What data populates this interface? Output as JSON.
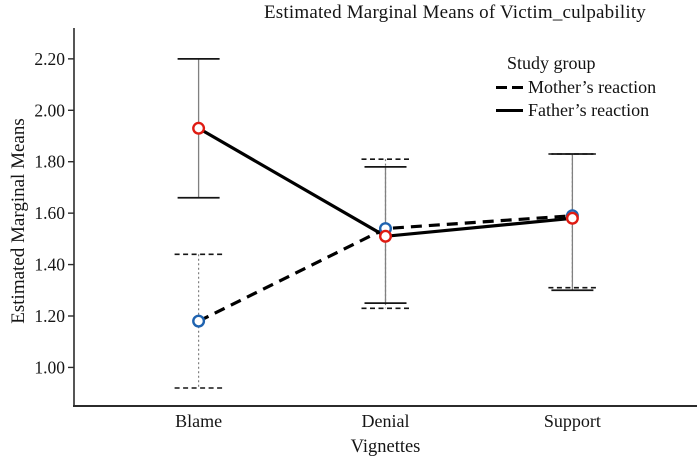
{
  "title": "Estimated Marginal Means of Victim_culpability",
  "legend": {
    "title": "Study group",
    "items": [
      {
        "label": "Mother’s reaction",
        "style": "dashed"
      },
      {
        "label": "Father’s reaction",
        "style": "solid"
      }
    ]
  },
  "axes": {
    "ylabel": "Estimated Marginal Means",
    "xlabel": "Vignettes"
  },
  "colors": {
    "mother_marker": "#1f63b0",
    "father_marker": "#df1b12",
    "series_line": "#000000",
    "error_bar_line": "#808080",
    "error_bar_cap": "#151515",
    "axis": "#2b2b2b"
  },
  "chart_data": {
    "type": "line",
    "title": "Estimated Marginal Means of Victim_culpability",
    "xlabel": "Vignettes",
    "ylabel": "Estimated Marginal Means",
    "categories": [
      "Blame",
      "Denial",
      "Support"
    ],
    "yticks": [
      1.0,
      1.2,
      1.4,
      1.6,
      1.8,
      2.0,
      2.2
    ],
    "ylim": [
      0.85,
      2.32
    ],
    "grid": false,
    "legend_position": "upper right",
    "legend_title": "Study group",
    "series": [
      {
        "name": "Mother’s reaction",
        "line": "dashed",
        "marker": "open-circle",
        "marker_color": "#1f63b0",
        "error_style": "dotted",
        "values": [
          1.18,
          1.54,
          1.59
        ],
        "error_low": [
          0.92,
          1.23,
          1.31
        ],
        "error_high": [
          1.44,
          1.81,
          1.83
        ]
      },
      {
        "name": "Father’s reaction",
        "line": "solid",
        "marker": "open-circle",
        "marker_color": "#df1b12",
        "error_style": "solid",
        "values": [
          1.93,
          1.51,
          1.58
        ],
        "error_low": [
          1.66,
          1.25,
          1.3
        ],
        "error_high": [
          2.2,
          1.78,
          1.83
        ]
      }
    ]
  }
}
